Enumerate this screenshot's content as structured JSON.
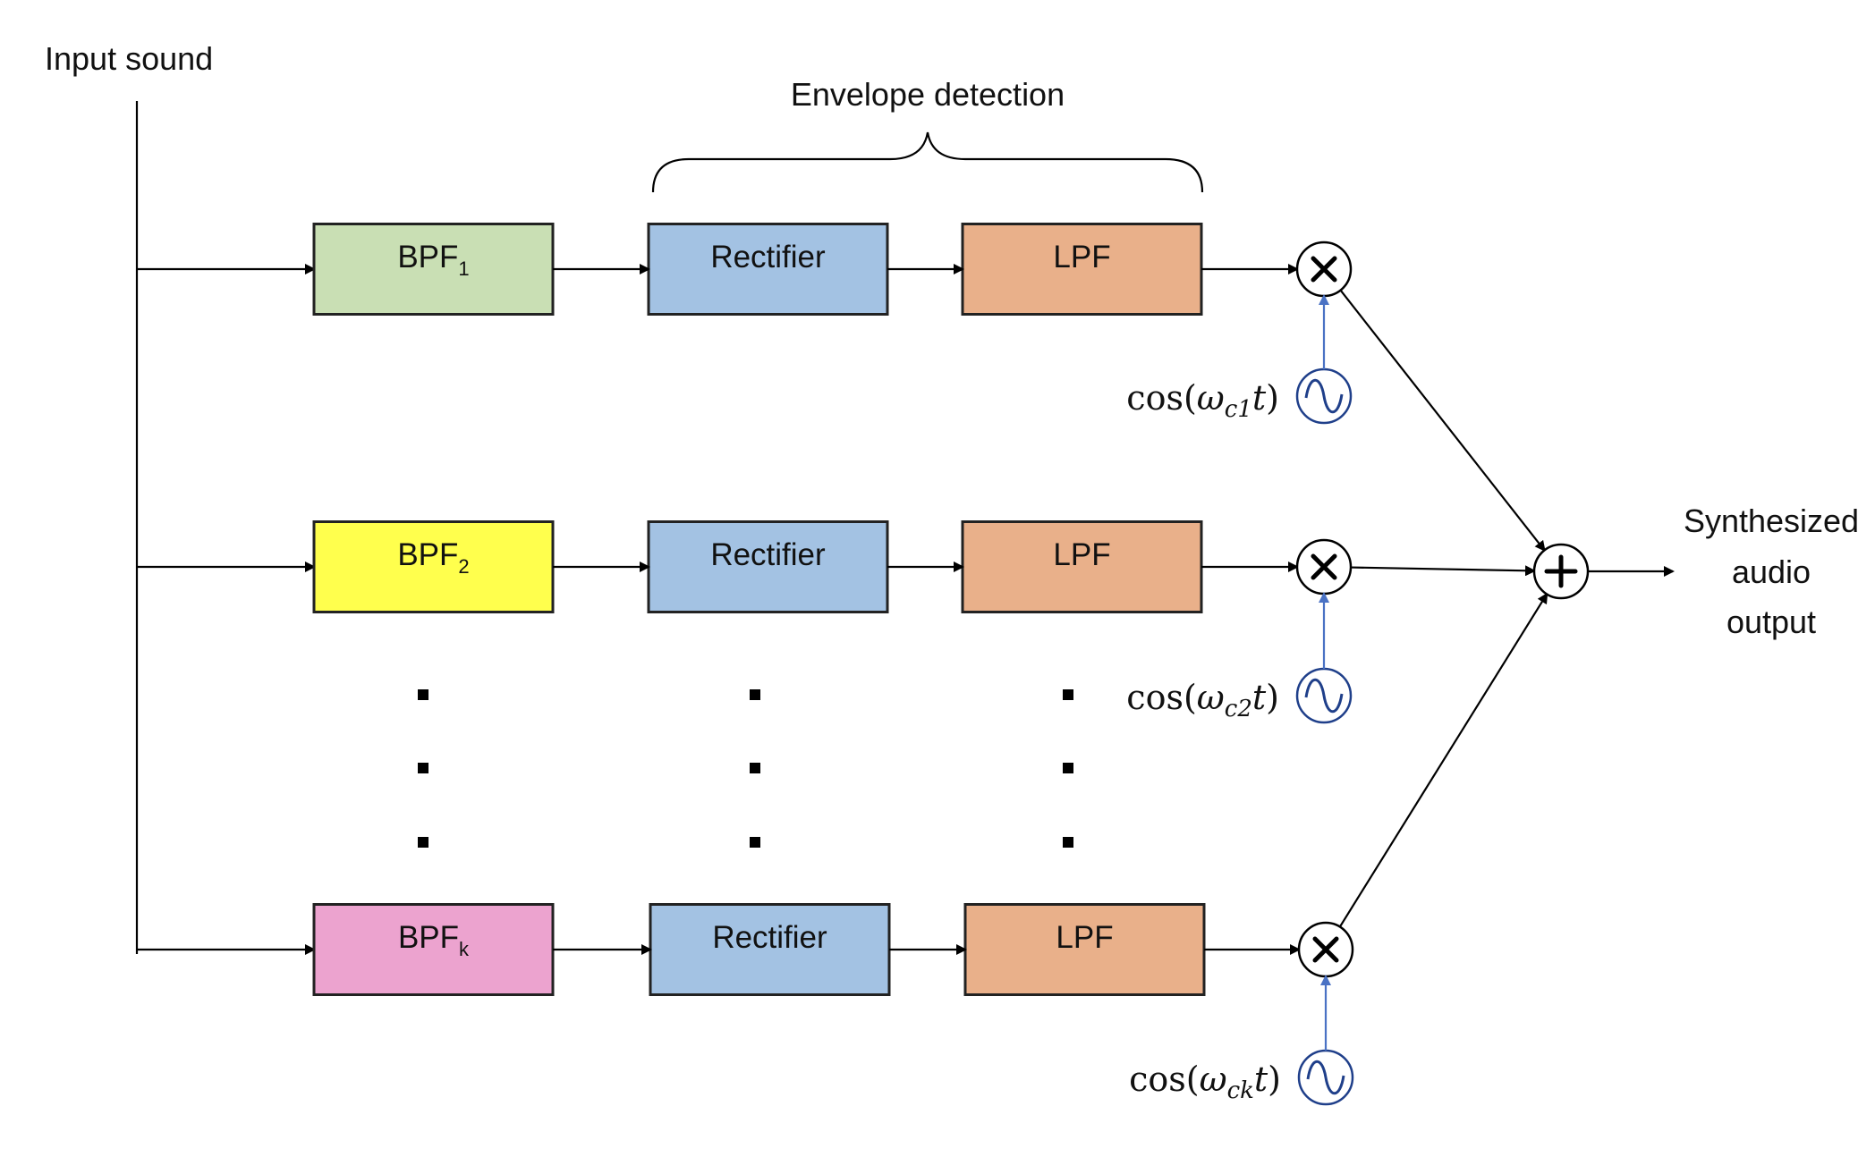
{
  "input_label": "Input sound",
  "envelope_label": "Envelope detection",
  "output_label": [
    "Synthesized",
    "audio",
    "output"
  ],
  "channels": [
    {
      "bpf": {
        "main": "BPF",
        "sub": "1",
        "color": "#c9dfb4"
      },
      "rectifier": {
        "label": "Rectifier",
        "color": "#a3c2e3"
      },
      "lpf": {
        "label": "LPF",
        "color": "#e9b08a"
      },
      "carrier": {
        "prefix": "cos(",
        "omega": "ω",
        "sub": "c1",
        "var": "t",
        "suffix": ")"
      }
    },
    {
      "bpf": {
        "main": "BPF",
        "sub": "2",
        "color": "#ffff4d"
      },
      "rectifier": {
        "label": "Rectifier",
        "color": "#a3c2e3"
      },
      "lpf": {
        "label": "LPF",
        "color": "#e9b08a"
      },
      "carrier": {
        "prefix": "cos(",
        "omega": "ω",
        "sub": "c2",
        "var": "t",
        "suffix": ")"
      }
    },
    {
      "bpf": {
        "main": "BPF",
        "sub": "k",
        "color": "#eca3cf"
      },
      "rectifier": {
        "label": "Rectifier",
        "color": "#a3c2e3"
      },
      "lpf": {
        "label": "LPF",
        "color": "#e9b08a"
      },
      "carrier": {
        "prefix": "cos(",
        "omega": "ω",
        "sub": "ck",
        "var": "t",
        "suffix": ")"
      }
    }
  ],
  "multiplier_symbol": "×",
  "summer_symbol": "+"
}
